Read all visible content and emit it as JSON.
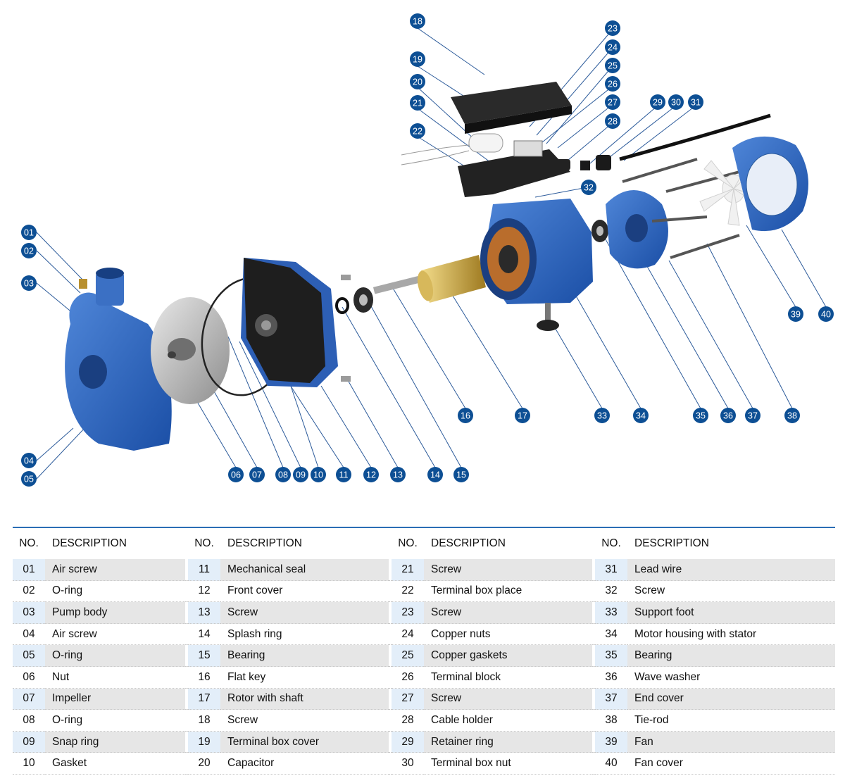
{
  "diagram": {
    "accent_color": "#0d4f94",
    "callouts": [
      {
        "num": "01"
      },
      {
        "num": "02"
      },
      {
        "num": "03"
      },
      {
        "num": "04"
      },
      {
        "num": "05"
      },
      {
        "num": "06"
      },
      {
        "num": "07"
      },
      {
        "num": "08"
      },
      {
        "num": "09"
      },
      {
        "num": "10"
      },
      {
        "num": "11"
      },
      {
        "num": "12"
      },
      {
        "num": "13"
      },
      {
        "num": "14"
      },
      {
        "num": "15"
      },
      {
        "num": "16"
      },
      {
        "num": "17"
      },
      {
        "num": "18"
      },
      {
        "num": "19"
      },
      {
        "num": "20"
      },
      {
        "num": "21"
      },
      {
        "num": "22"
      },
      {
        "num": "23"
      },
      {
        "num": "24"
      },
      {
        "num": "25"
      },
      {
        "num": "26"
      },
      {
        "num": "27"
      },
      {
        "num": "28"
      },
      {
        "num": "29"
      },
      {
        "num": "30"
      },
      {
        "num": "31"
      },
      {
        "num": "32"
      },
      {
        "num": "33"
      },
      {
        "num": "34"
      },
      {
        "num": "35"
      },
      {
        "num": "36"
      },
      {
        "num": "37"
      },
      {
        "num": "38"
      },
      {
        "num": "39"
      },
      {
        "num": "40"
      }
    ]
  },
  "table": {
    "header_no": "NO.",
    "header_desc": "DESCRIPTION",
    "columns": [
      [
        {
          "no": "01",
          "desc": "Air screw"
        },
        {
          "no": "02",
          "desc": "O-ring"
        },
        {
          "no": "03",
          "desc": "Pump body"
        },
        {
          "no": "04",
          "desc": "Air screw"
        },
        {
          "no": "05",
          "desc": "O-ring"
        },
        {
          "no": "06",
          "desc": "Nut"
        },
        {
          "no": "07",
          "desc": "Impeller"
        },
        {
          "no": "08",
          "desc": "O-ring"
        },
        {
          "no": "09",
          "desc": "Snap ring"
        },
        {
          "no": "10",
          "desc": "Gasket"
        }
      ],
      [
        {
          "no": "11",
          "desc": "Mechanical seal"
        },
        {
          "no": "12",
          "desc": "Front cover"
        },
        {
          "no": "13",
          "desc": "Screw"
        },
        {
          "no": "14",
          "desc": "Splash ring"
        },
        {
          "no": "15",
          "desc": "Bearing"
        },
        {
          "no": "16",
          "desc": "Flat key"
        },
        {
          "no": "17",
          "desc": "Rotor with shaft"
        },
        {
          "no": "18",
          "desc": "Screw"
        },
        {
          "no": "19",
          "desc": "Terminal box cover"
        },
        {
          "no": "20",
          "desc": "Capacitor"
        }
      ],
      [
        {
          "no": "21",
          "desc": "Screw"
        },
        {
          "no": "22",
          "desc": "Terminal box place"
        },
        {
          "no": "23",
          "desc": "Screw"
        },
        {
          "no": "24",
          "desc": "Copper nuts"
        },
        {
          "no": "25",
          "desc": "Copper gaskets"
        },
        {
          "no": "26",
          "desc": "Terminal block"
        },
        {
          "no": "27",
          "desc": "Screw"
        },
        {
          "no": "28",
          "desc": "Cable holder"
        },
        {
          "no": "29",
          "desc": "Retainer ring"
        },
        {
          "no": "30",
          "desc": "Terminal box nut"
        }
      ],
      [
        {
          "no": "31",
          "desc": "Lead wire"
        },
        {
          "no": "32",
          "desc": "Screw"
        },
        {
          "no": "33",
          "desc": "Support foot"
        },
        {
          "no": "34",
          "desc": "Motor housing with stator"
        },
        {
          "no": "35",
          "desc": "Bearing"
        },
        {
          "no": "36",
          "desc": "Wave washer"
        },
        {
          "no": "37",
          "desc": "End cover"
        },
        {
          "no": "38",
          "desc": "Tie-rod"
        },
        {
          "no": "39",
          "desc": "Fan"
        },
        {
          "no": "40",
          "desc": "Fan cover"
        }
      ]
    ]
  }
}
